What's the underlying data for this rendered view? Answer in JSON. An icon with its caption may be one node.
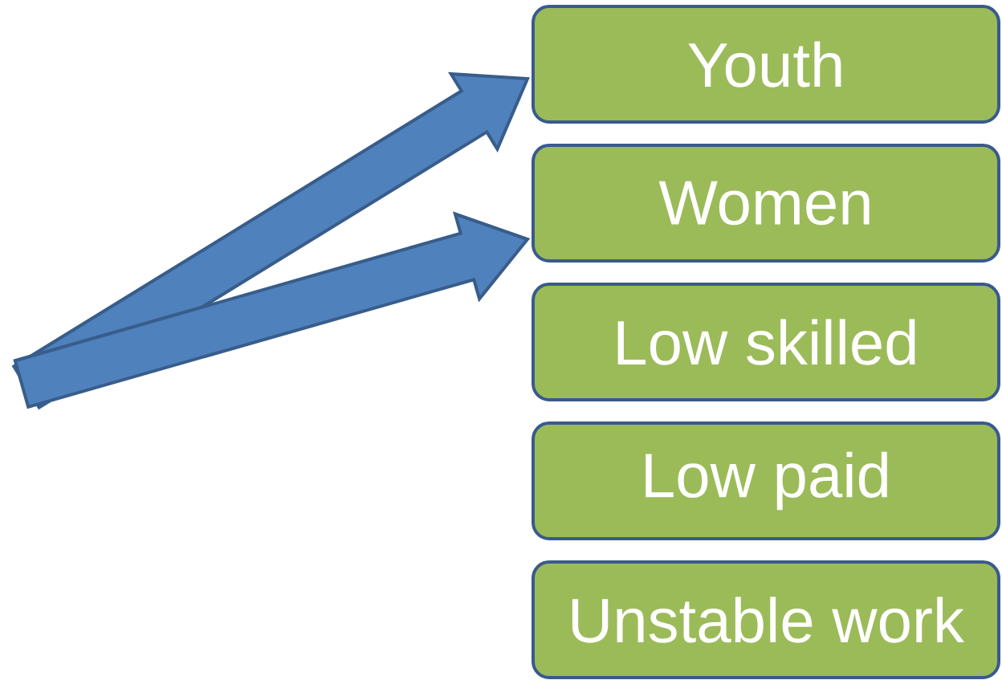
{
  "diagram": {
    "nodes": [
      {
        "text": [
          "Youth"
        ]
      },
      {
        "text": [
          "Women"
        ]
      },
      {
        "text": [
          "Low skilled"
        ]
      },
      {
        "text": [
          "Low paid"
        ]
      },
      {
        "text": [
          "Unstable work"
        ]
      }
    ],
    "edges": [
      {
        "from": null,
        "to": 0,
        "arrow": "to"
      },
      {
        "from": null,
        "to": 1,
        "arrow": "to"
      }
    ]
  }
}
